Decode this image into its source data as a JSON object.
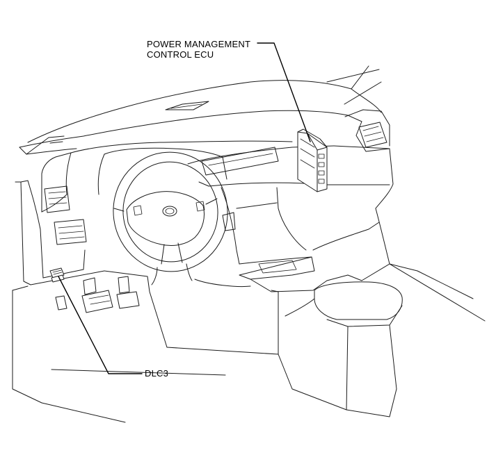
{
  "labels": {
    "ecu_line1": "POWER MANAGEMENT",
    "ecu_line2": "CONTROL ECU",
    "dlc": "DLC3"
  }
}
